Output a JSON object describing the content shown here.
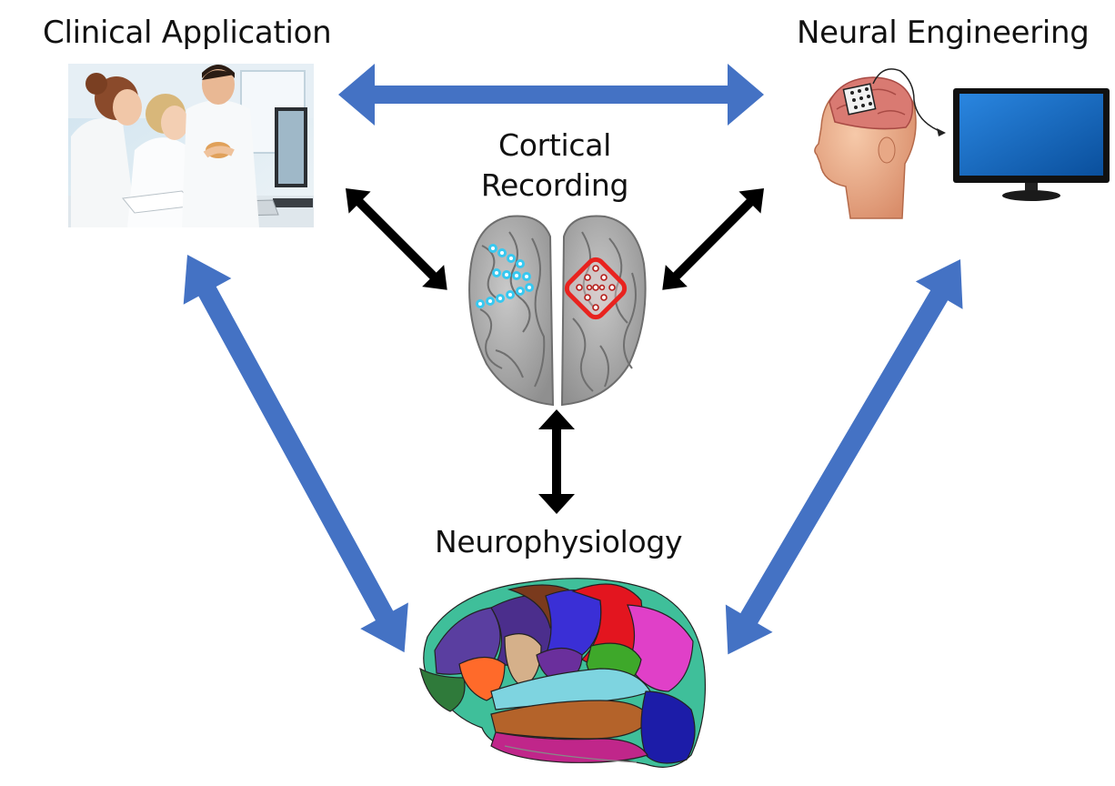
{
  "labels": {
    "clinical": "Clinical Application",
    "neural": "Neural Engineering",
    "cortical_line1": "Cortical",
    "cortical_line2": "Recording",
    "neuro": "Neurophysiology"
  },
  "colors": {
    "blue_arrow": "#4472c4",
    "black_arrow": "#000000",
    "electrode_cyan": "#38c8f0",
    "grid_red": "#e8231f",
    "monitor_blue": "#1f6fc2"
  }
}
